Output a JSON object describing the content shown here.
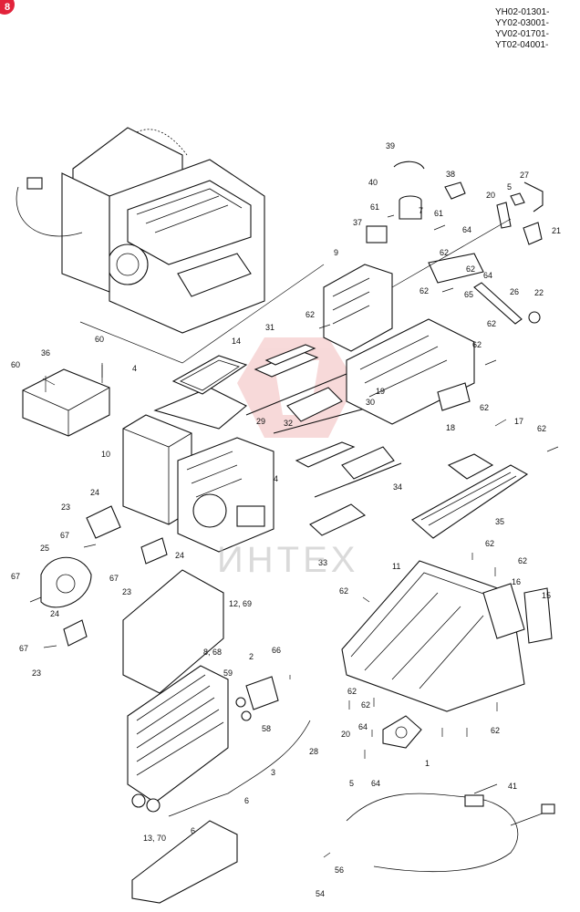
{
  "badge": "8",
  "serial_numbers": [
    "YH02-01301-",
    "YY02-03001-",
    "YV02-01701-",
    "YT02-04001-"
  ],
  "watermark": "ИНТЕХ",
  "part_labels": {
    "p1": "1",
    "p2": "2",
    "p3": "3",
    "p4a": "4",
    "p4b": "4",
    "p5a": "5",
    "p5b": "5",
    "p6a": "6",
    "p6b": "6",
    "p7": "7",
    "p8": "8, 68",
    "p9": "9",
    "p10": "10",
    "p11": "11",
    "p12": "12, 69",
    "p13": "13, 70",
    "p14": "14",
    "p15": "15",
    "p16": "16",
    "p17": "17",
    "p18": "18",
    "p19": "19",
    "p20a": "20",
    "p20b": "20",
    "p21": "21",
    "p22": "22",
    "p23a": "23",
    "p23b": "23",
    "p23c": "23",
    "p24a": "24",
    "p24b": "24",
    "p24c": "24",
    "p25": "25",
    "p26": "26",
    "p27": "27",
    "p28": "28",
    "p29": "29",
    "p30": "30",
    "p31": "31",
    "p32": "32",
    "p33": "33",
    "p34": "34",
    "p35": "35",
    "p36": "36",
    "p37": "37",
    "p38": "38",
    "p39": "39",
    "p40": "40",
    "p41": "41",
    "p54": "54",
    "p56": "56",
    "p58": "58",
    "p59": "59",
    "p60a": "60",
    "p60b": "60",
    "p61a": "61",
    "p61b": "61",
    "p62a": "62",
    "p62b": "62",
    "p62c": "62",
    "p62d": "62",
    "p62e": "62",
    "p62f": "62",
    "p62g": "62",
    "p62h": "62",
    "p62i": "62",
    "p62j": "62",
    "p62k": "62",
    "p62l": "62",
    "p62m": "62",
    "p62n": "62",
    "p64a": "64",
    "p64b": "64",
    "p64c": "64",
    "p64d": "64",
    "p65": "65",
    "p66": "66",
    "p67a": "67",
    "p67b": "67",
    "p67c": "67",
    "p67d": "67"
  }
}
